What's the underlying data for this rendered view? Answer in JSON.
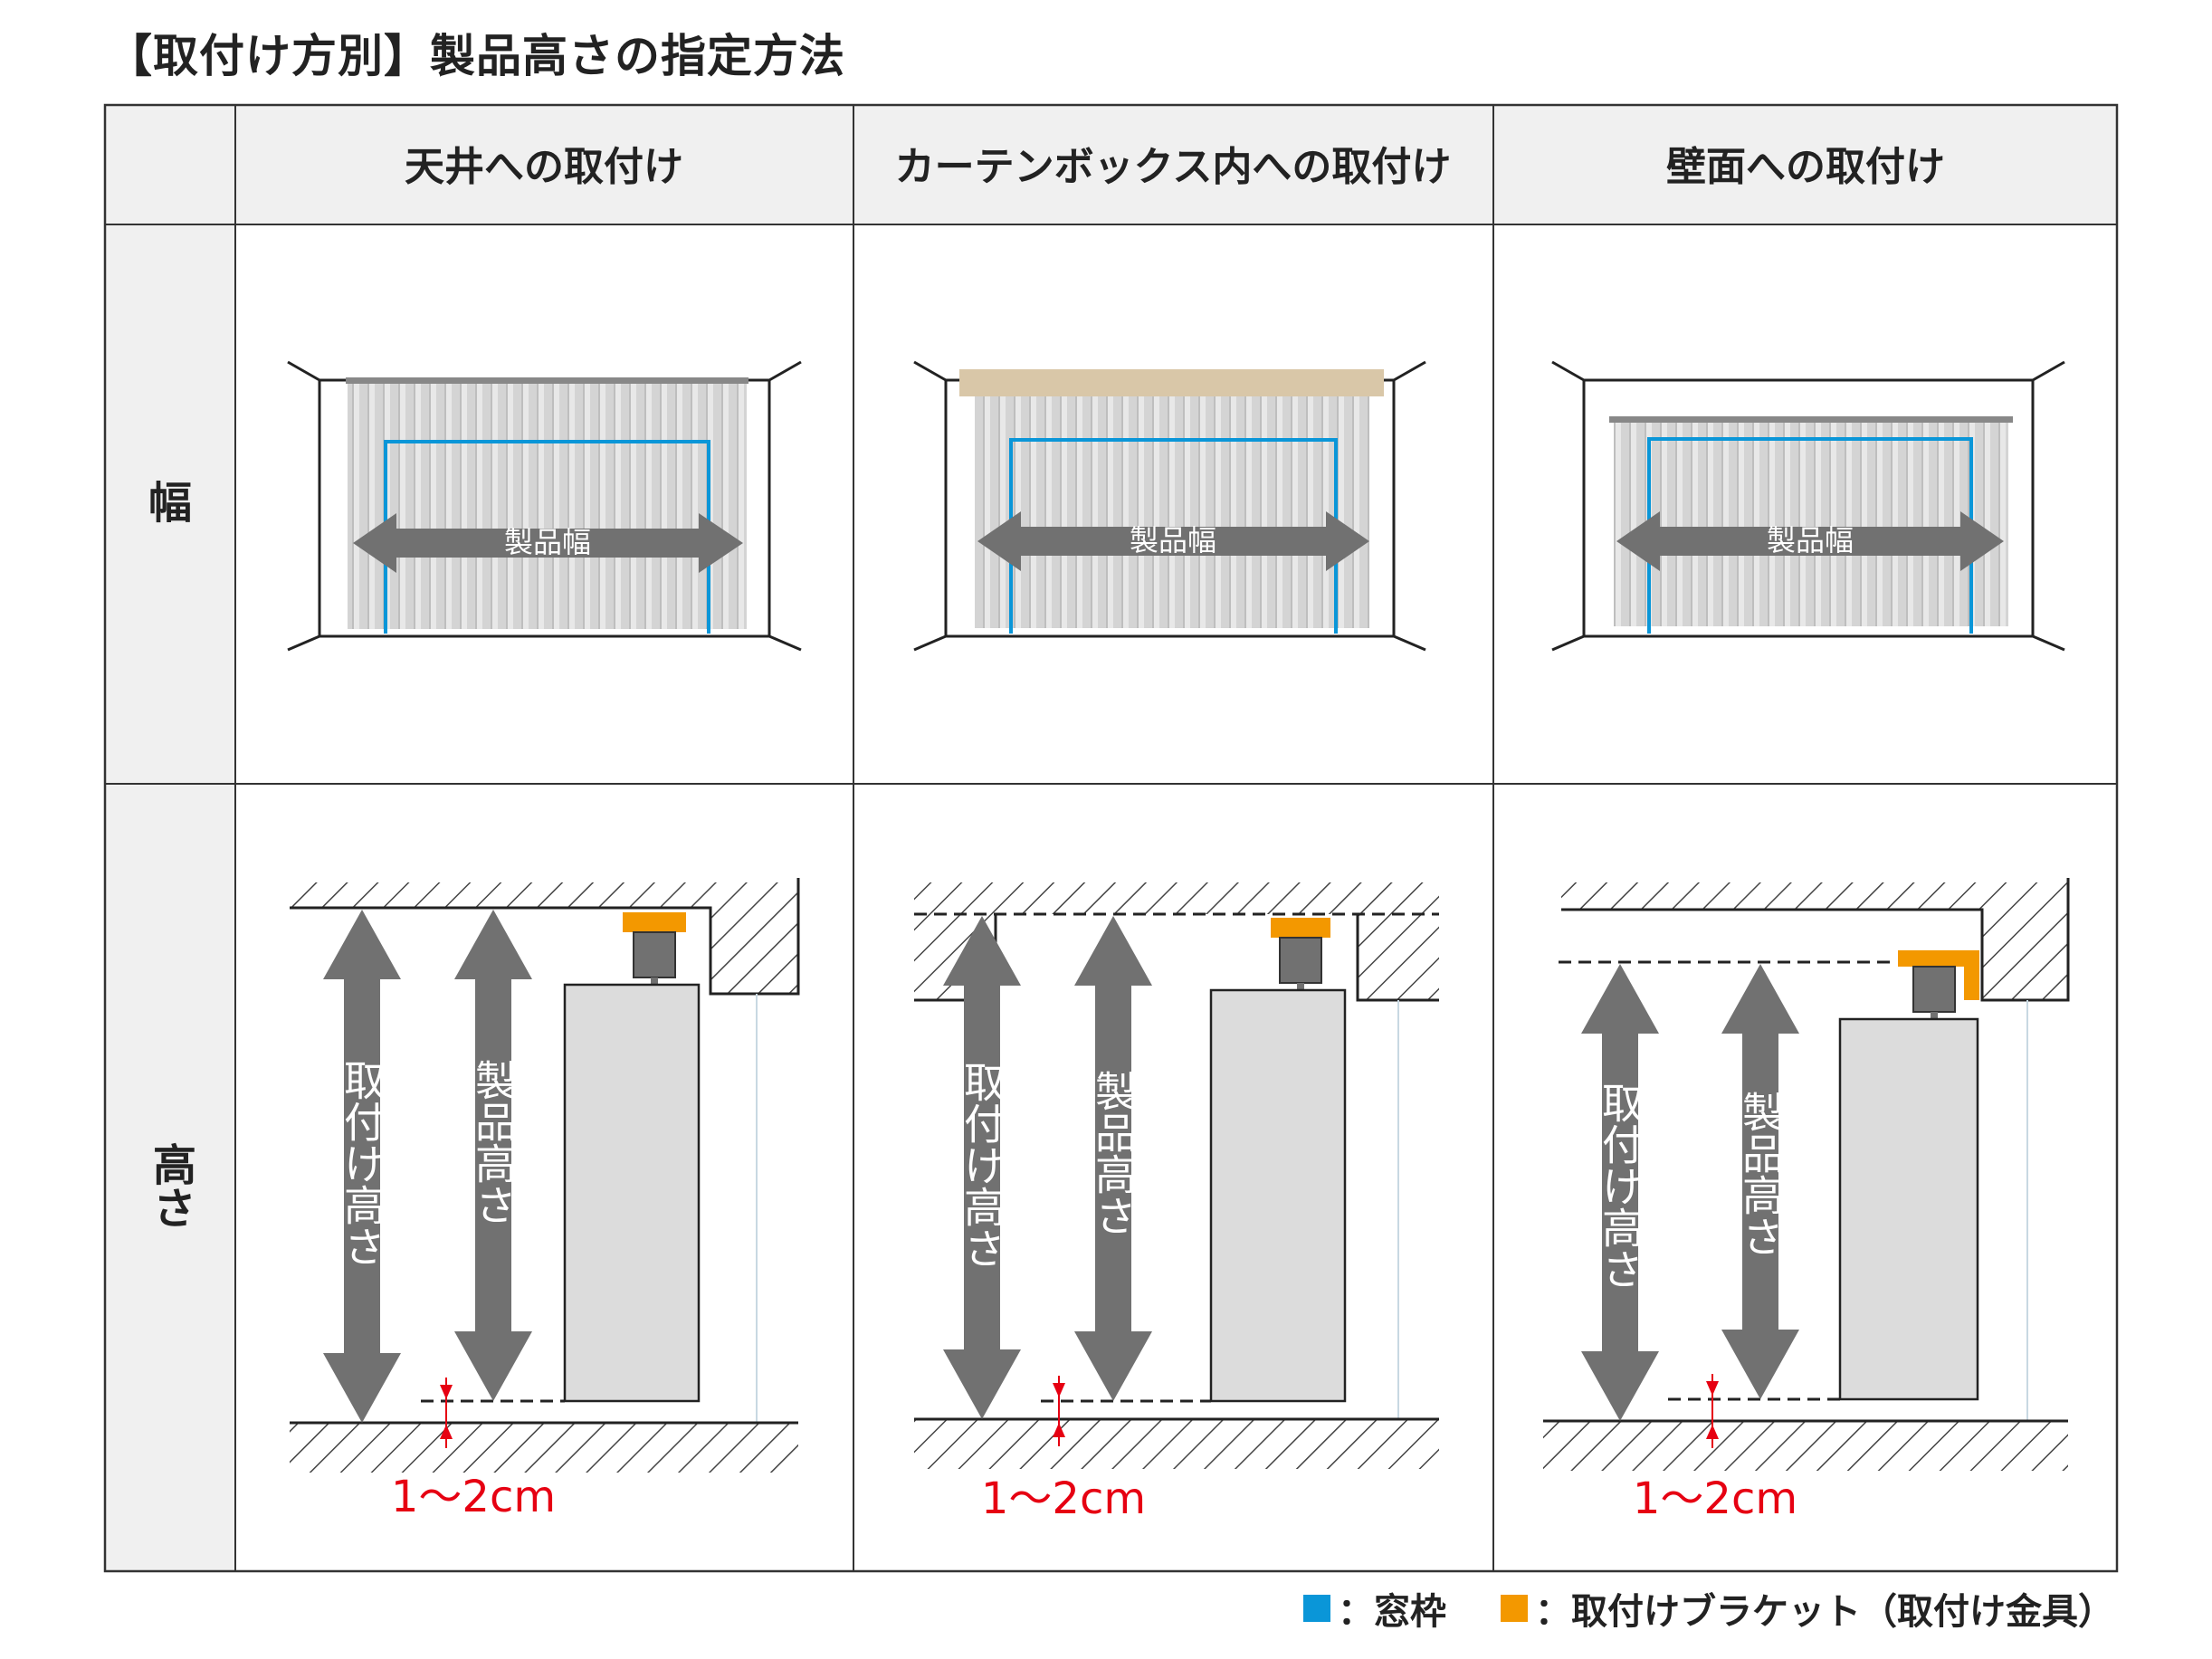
{
  "title": "【取付け方別】製品高さの指定方法",
  "columns": [
    "天井への取付け",
    "カーテンボックス内への取付け",
    "壁面への取付け"
  ],
  "rows": [
    "幅",
    "高さ"
  ],
  "labels": {
    "product_width": "製品幅",
    "mount_height": "取付け高さ",
    "product_height": "製品高さ",
    "gap": "1〜2cm"
  },
  "legend": [
    {
      "color": "#0a96d8",
      "label": "：窓枠"
    },
    {
      "color": "#f39800",
      "label": "：取付けブラケット（取付け金具）"
    }
  ],
  "colors": {
    "window_frame": "#0a96d8",
    "bracket": "#f39800",
    "curtain_box": "#d9c7a8",
    "arrow": "#717171",
    "gap_label": "#e60012",
    "header_bg": "#f0f0f0"
  }
}
